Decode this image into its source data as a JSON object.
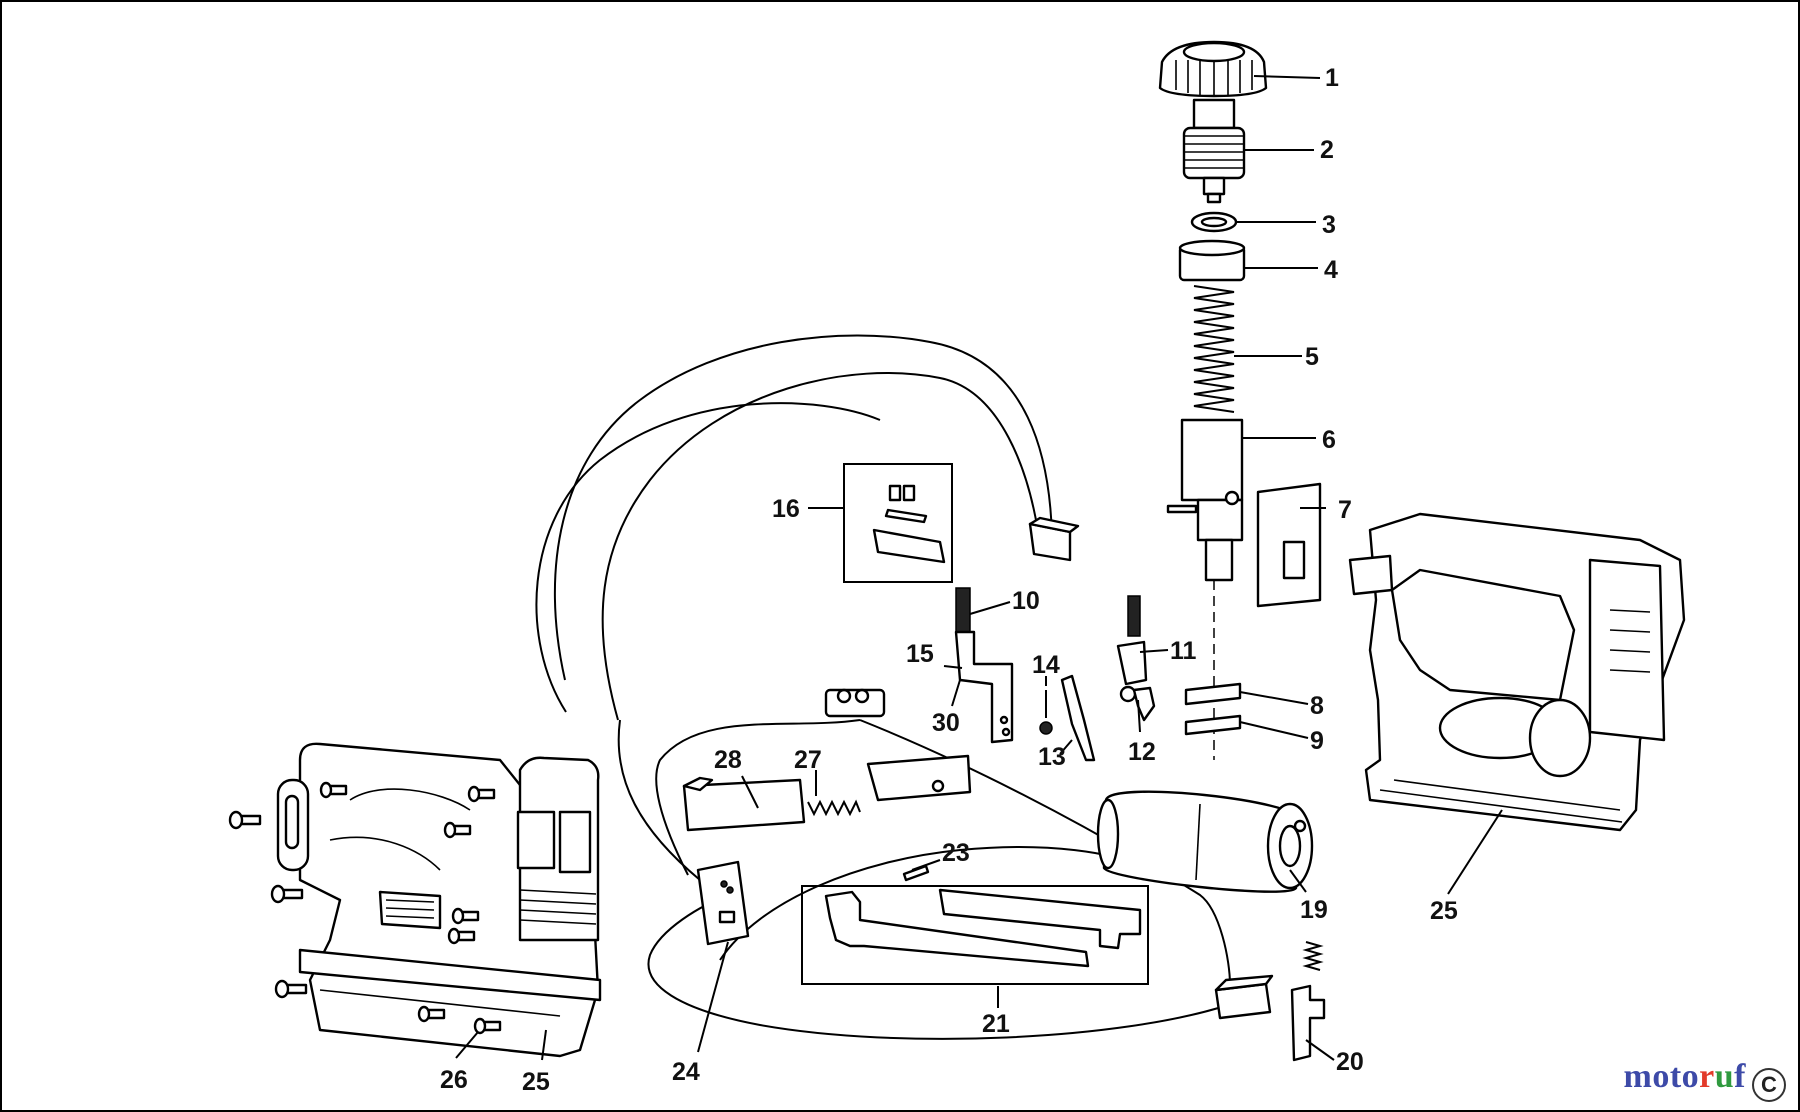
{
  "diagram": {
    "callouts": [
      {
        "id": "1",
        "text": "1"
      },
      {
        "id": "2",
        "text": "2"
      },
      {
        "id": "3",
        "text": "3"
      },
      {
        "id": "4",
        "text": "4"
      },
      {
        "id": "5",
        "text": "5"
      },
      {
        "id": "6",
        "text": "6"
      },
      {
        "id": "7",
        "text": "7"
      },
      {
        "id": "8",
        "text": "8"
      },
      {
        "id": "9",
        "text": "9"
      },
      {
        "id": "10",
        "text": "10"
      },
      {
        "id": "11",
        "text": "11"
      },
      {
        "id": "12",
        "text": "12"
      },
      {
        "id": "13",
        "text": "13"
      },
      {
        "id": "14",
        "text": "14"
      },
      {
        "id": "15",
        "text": "15"
      },
      {
        "id": "16",
        "text": "16"
      },
      {
        "id": "19",
        "text": "19"
      },
      {
        "id": "20",
        "text": "20"
      },
      {
        "id": "21",
        "text": "21"
      },
      {
        "id": "23",
        "text": "23"
      },
      {
        "id": "24",
        "text": "24"
      },
      {
        "id": "25a",
        "text": "25"
      },
      {
        "id": "25b",
        "text": "25"
      },
      {
        "id": "26",
        "text": "26"
      },
      {
        "id": "27",
        "text": "27"
      },
      {
        "id": "28",
        "text": "28"
      },
      {
        "id": "30",
        "text": "30"
      }
    ]
  },
  "watermark": {
    "brand_parts": [
      "moto",
      "r",
      "u",
      "f"
    ],
    "mark": "C"
  }
}
